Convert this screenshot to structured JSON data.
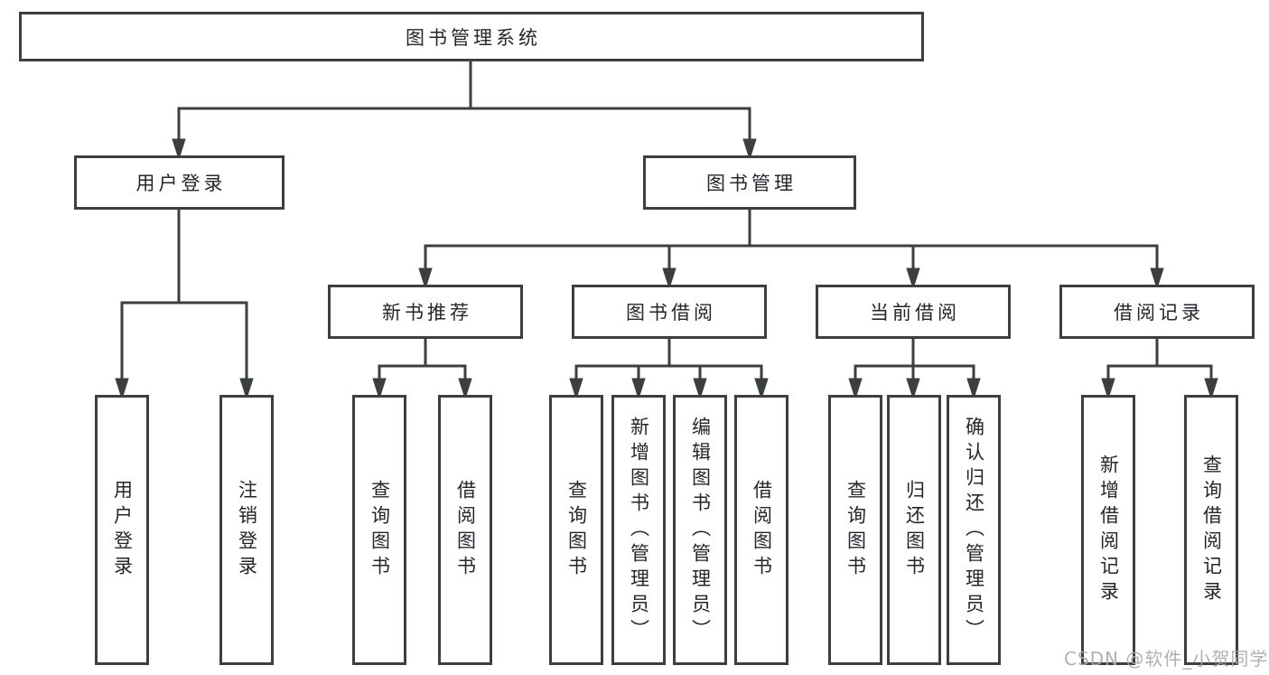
{
  "diagram": {
    "root": {
      "label": "图书管理系统"
    },
    "branches": [
      {
        "label": "用户登录",
        "children": [
          {
            "label": "用户登录"
          },
          {
            "label": "注销登录"
          }
        ]
      },
      {
        "label": "图书管理",
        "children": [
          {
            "label": "新书推荐",
            "children": [
              {
                "label": "查询图书"
              },
              {
                "label": "借阅图书"
              }
            ]
          },
          {
            "label": "图书借阅",
            "children": [
              {
                "label": "查询图书"
              },
              {
                "label": "新增图书（管理员）"
              },
              {
                "label": "编辑图书（管理员）"
              },
              {
                "label": "借阅图书"
              }
            ]
          },
          {
            "label": "当前借阅",
            "children": [
              {
                "label": "查询图书"
              },
              {
                "label": "归还图书"
              },
              {
                "label": "确认归还（管理员）"
              }
            ]
          },
          {
            "label": "借阅记录",
            "children": [
              {
                "label": "新增借阅记录"
              },
              {
                "label": "查询借阅记录"
              }
            ]
          }
        ]
      }
    ]
  },
  "watermark": {
    "text": "CSDN @软件_小贺同学"
  },
  "colors": {
    "line": "#3b3f42",
    "text": "#23272b",
    "watermark_text": "#a8a8a8",
    "background": "#ffffff"
  }
}
